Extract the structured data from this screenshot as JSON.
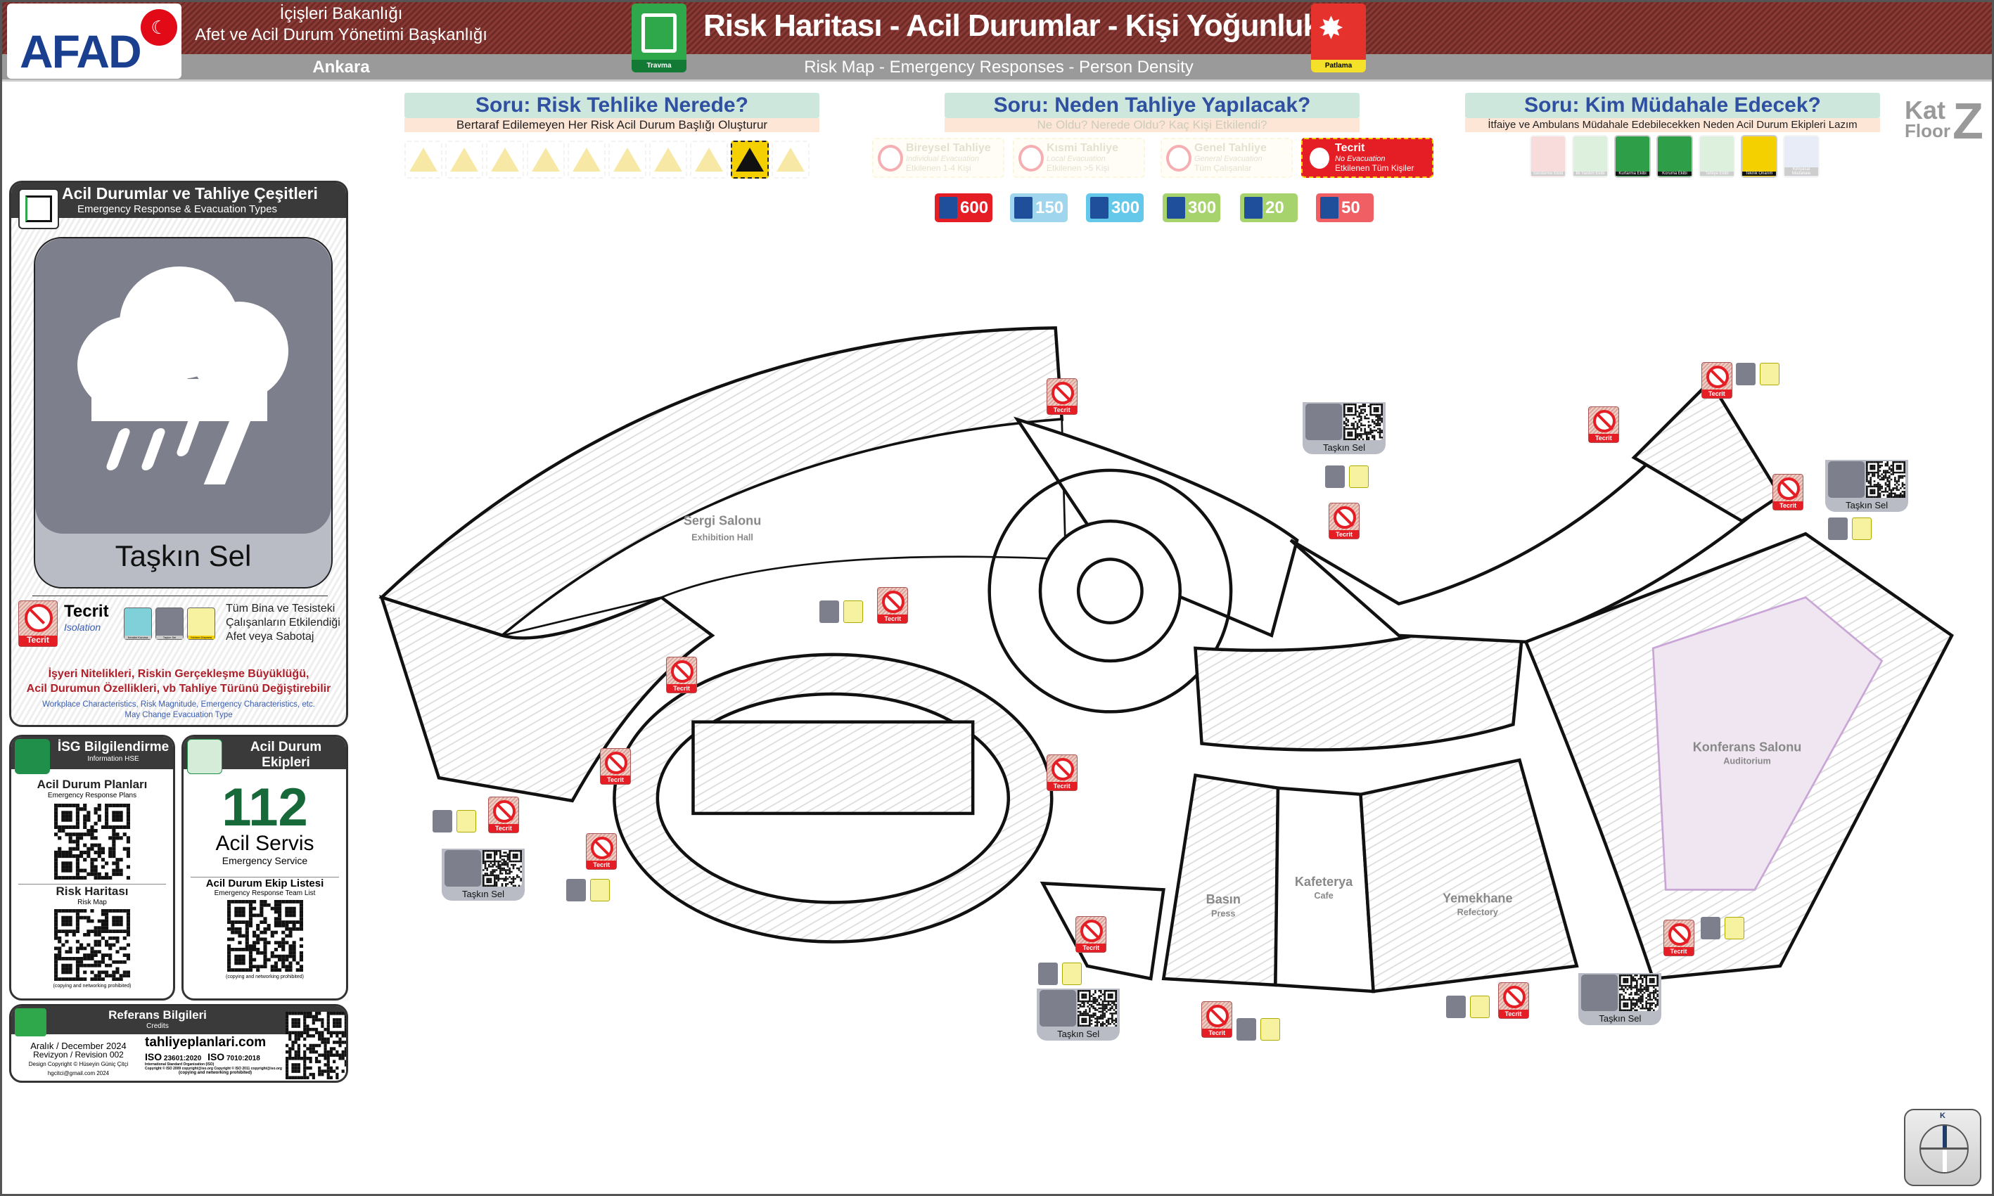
{
  "header": {
    "logo": "AFAD",
    "org_line1": "İçişleri Bakanlığı",
    "org_line2": "Afet ve Acil Durum Yönetimi Başkanlığı",
    "city": "Ankara",
    "title": "Risk Haritası - Acil Durumlar - Kişi Yoğunluk",
    "subtitle": "Risk Map - Emergency Responses - Person Density",
    "left_icon_label": "Travma",
    "right_icon_label": "Patlama"
  },
  "q1": {
    "title": "Soru: Risk Tehlike Nerede?",
    "subtitle": "Bertaraf Edilemeyen Her Risk Acil Durum Başlığı Oluşturur",
    "hazards": [
      {
        "icon": "electric-hazard-icon",
        "active": false
      },
      {
        "icon": "slip-hazard-icon",
        "active": false
      },
      {
        "icon": "fall-hazard-icon",
        "active": false
      },
      {
        "icon": "wet-floor-icon",
        "active": false
      },
      {
        "icon": "biohazard-icon",
        "active": false
      },
      {
        "icon": "trip-hazard-icon",
        "active": false
      },
      {
        "icon": "overhead-hazard-icon",
        "active": false
      },
      {
        "icon": "stairs-hazard-icon",
        "active": false
      },
      {
        "icon": "fire-hazard-icon",
        "active": true
      },
      {
        "icon": "waste-bin-icon",
        "active": false
      }
    ]
  },
  "q2": {
    "title": "Soru: Neden Tahliye Yapılacak?",
    "subtitle": "Ne Oldu? Nerede Oldu? Kaç Kişi Etkilendi?",
    "types": [
      {
        "title": "Bireysel Tahliye",
        "en": "Individual Evacuation",
        "detail": "Etkilenen 1-4 Kişi",
        "active": false
      },
      {
        "title": "Kısmi Tahliye",
        "en": "Local Evacuation",
        "detail": "Etkilenen >5 Kişi",
        "active": false
      },
      {
        "title": "Genel Tahliye",
        "en": "General Evacuation",
        "detail": "Tüm Çalışanlar",
        "active": false
      },
      {
        "title": "Tecrit",
        "en": "No Evacuation",
        "detail": "Etkilenen Tüm Kişiler",
        "active": true
      }
    ]
  },
  "density": [
    {
      "value": "600",
      "icon": "stairs-person-icon",
      "color": "#e51d24"
    },
    {
      "value": "150",
      "icon": "office-desk-icon",
      "color": "#9fd6ee"
    },
    {
      "value": "300",
      "icon": "theater-icon",
      "color": "#63c8ea"
    },
    {
      "value": "300",
      "icon": "dining-plate-icon",
      "color": "#a6d36b"
    },
    {
      "value": "20",
      "icon": "waiter-icon",
      "color": "#a6d36b"
    },
    {
      "value": "50",
      "icon": "handshake-icon",
      "color": "#ef5f64"
    }
  ],
  "q3": {
    "title": "Soru: Kim Müdahale Edecek?",
    "subtitle": "İtfaiye ve Ambulans Müdahale Edebilecekken Neden Acil Durum Ekipleri Lazım",
    "teams": [
      {
        "label": "Söndürme Ekibi",
        "active": false,
        "color": "#d9534f"
      },
      {
        "label": "İlk Yardım Ekibi",
        "active": false,
        "color": "#5cb85c"
      },
      {
        "label": "Kurtarma Ekibi",
        "active": true,
        "color": "#2e9e48"
      },
      {
        "label": "Koruma Ekibi",
        "active": true,
        "color": "#2e9e48"
      },
      {
        "label": "Tahliye Ekibi",
        "active": false,
        "color": "#5cb85c"
      },
      {
        "label": "Teknik Onarım",
        "active": true,
        "color": "#f5d000"
      },
      {
        "label": "Kimyasal Müdahale",
        "active": false,
        "color": "#8aa6d6"
      }
    ]
  },
  "floor": {
    "kat": "Kat",
    "floor": "Floor",
    "level": "Z"
  },
  "left_panel": {
    "title": "Acil Durumlar ve Tahliye Çeşitleri",
    "subtitle": "Emergency Response & Evacuation Types",
    "hazard": "Taşkın Sel",
    "tecrit_title": "Tecrit",
    "tecrit_en": "Isolation",
    "tecrit_badge": "Tecrit",
    "mini_icons": [
      "Kendini Koruma",
      "Taşkın Sel",
      "Yıldırım Düşmesi"
    ],
    "description": [
      "Tüm Bina ve Tesisteki",
      "Çalışanların Etkilendiği",
      "Afet veya Sabotaj"
    ],
    "red_text": [
      "İşyeri Nitelikleri, Riskin Gerçekleşme Büyüklüğü,",
      "Acil Durumun Özellikleri, vb Tahliye Türünü Değiştirebilir"
    ],
    "blue_text": [
      "Workplace Characteristics, Risk Magnitude, Emergency Characteristics, etc.",
      "May Change Evacuation Type"
    ]
  },
  "isg": {
    "title": "İSG Bilgilendirme",
    "subtitle": "Information HSE",
    "plans": "Acil Durum Planları",
    "plans_en": "Emergency Response Plans",
    "map": "Risk Haritası",
    "map_en": "Risk Map",
    "note": "(copying and networking prohibited)"
  },
  "teams_panel": {
    "title": "Acil Durum Ekipleri",
    "subtitle": "Emergency Response Team",
    "number": "112",
    "service": "Acil Servis",
    "service_en": "Emergency Service",
    "list": "Acil Durum Ekip Listesi",
    "list_en": "Emergency Response Team List",
    "note": "(copying and networking prohibited)"
  },
  "credits": {
    "title": "Referans Bilgileri",
    "subtitle": "Credits",
    "date": "Aralık / December 2024",
    "revision": "Revizyon / Revision  002",
    "copyright": "Design Copyright © Hüseyin Güniç Çitçi",
    "email": "hgcitci@gmail.com 2024",
    "site": "tahliyeplanlari.com",
    "iso1": "23601:2020",
    "iso2": "7010:2018",
    "iso_desc": "International Standard Organization (ISO)",
    "iso_logo": "ISO",
    "iso_copy1": "Copyright © ISO 2009 copyright@iso.org",
    "iso_copy2": "Copyright © ISO 2011 copyright@iso.org",
    "note": "(copying and networking prohibited)"
  },
  "map": {
    "rooms": [
      {
        "name": "Sergi Salonu",
        "en": "Exhibition Hall"
      },
      {
        "name": "Konferans Salonu",
        "en": "Auditorium"
      },
      {
        "name": "Basın",
        "en": "Press"
      },
      {
        "name": "Kafeterya",
        "en": "Cafe"
      },
      {
        "name": "Yemekhane",
        "en": "Refectory"
      }
    ],
    "tecrit_label": "Tecrit",
    "flood_label": "Taşkın Sel"
  },
  "compass": {
    "north": "K"
  }
}
